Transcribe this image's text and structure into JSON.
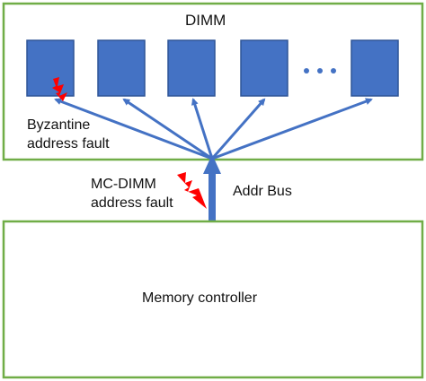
{
  "dimm": {
    "label": "DIMM"
  },
  "chips": [
    "chip",
    "chip",
    "chip",
    "chip",
    "chip"
  ],
  "ellipsis_dots": 3,
  "labels": {
    "byzantine_line1": "Byzantine",
    "byzantine_line2": "address fault",
    "mc_dimm_line1": "MC-DIMM",
    "mc_dimm_line2": "address fault",
    "addr_bus": "Addr Bus"
  },
  "controller": {
    "label": "Memory controller"
  },
  "colors": {
    "box_border": "#70ad47",
    "chip_fill": "#4472c4",
    "chip_border": "#2f5597",
    "arrow": "#4472c4",
    "fault_bolt": "#ff0000"
  }
}
